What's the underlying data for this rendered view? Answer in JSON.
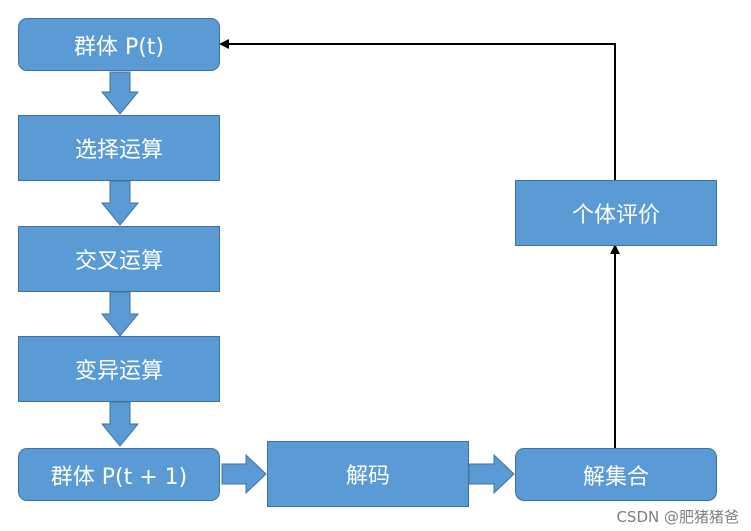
{
  "nodes": {
    "population_pt": "群体 P(t)",
    "selection": "选择运算",
    "crossover": "交叉运算",
    "mutation": "变异运算",
    "population_pt1": "群体 P(t + 1)",
    "decode": "解码",
    "solution_set": "解集合",
    "evaluation": "个体评价"
  },
  "colors": {
    "box_fill": "#5b9bd5",
    "box_border": "#41719c",
    "line": "#000000",
    "watermark": "#7f7f7f"
  },
  "watermark": "CSDN @肥猪猪爸"
}
